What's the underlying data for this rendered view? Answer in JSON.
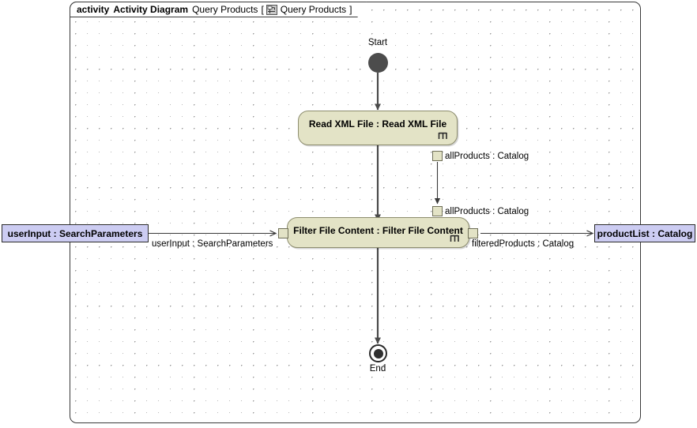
{
  "frame": {
    "keyword": "activity",
    "type_label": "Activity Diagram",
    "name": "Query Products",
    "bracket_open": "[",
    "icon": "activity-diagram-icon",
    "reference": "Query Products",
    "bracket_close": "]"
  },
  "nodes": {
    "start": {
      "caption": "Start",
      "shape": "initial-node"
    },
    "read_xml": {
      "label": "Read XML File : Read XML File",
      "icon": "rake-icon",
      "fill": "#e3e3c6",
      "border": "#8d8d6e"
    },
    "filter": {
      "label": "Filter File Content : Filter File Content",
      "icon": "rake-icon",
      "fill": "#e3e3c6",
      "border": "#8d8d6e"
    },
    "end": {
      "caption": "End",
      "shape": "activity-final-node"
    }
  },
  "pins": {
    "read_xml_out": "allProducts : Catalog",
    "filter_in_object": "allProducts : Catalog",
    "filter_in_param": "",
    "filter_out": ""
  },
  "parameters": {
    "user_input": {
      "label": "userInput : SearchParameters",
      "fill": "#ccccf2"
    },
    "product_list": {
      "label": "productList : Catalog",
      "fill": "#ccccf2"
    }
  },
  "edge_labels": {
    "user_input_flow": "userInput : SearchParameters",
    "filtered_products_flow": "filteredProducts : Catalog"
  }
}
